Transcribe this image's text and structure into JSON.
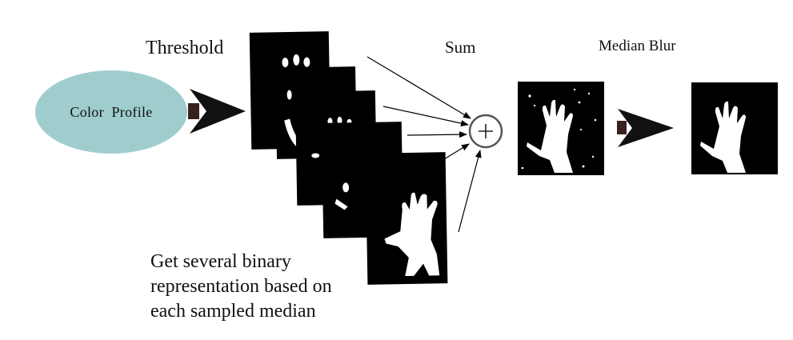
{
  "labels": {
    "threshold": "Threshold",
    "sum": "Sum",
    "median_blur": "Median Blur",
    "color_profile": "Color  Profile"
  },
  "caption": [
    "Get several binary",
    "representation based on",
    "each sampled median"
  ],
  "colors": {
    "ellipse_fill": "#9fcdcd",
    "arrow_head": "#111111",
    "arrow_tail": "#3a1f1f",
    "frame": "#000000",
    "hand": "#ffffff"
  },
  "icons": {
    "sum_node": "circled-plus-icon"
  }
}
